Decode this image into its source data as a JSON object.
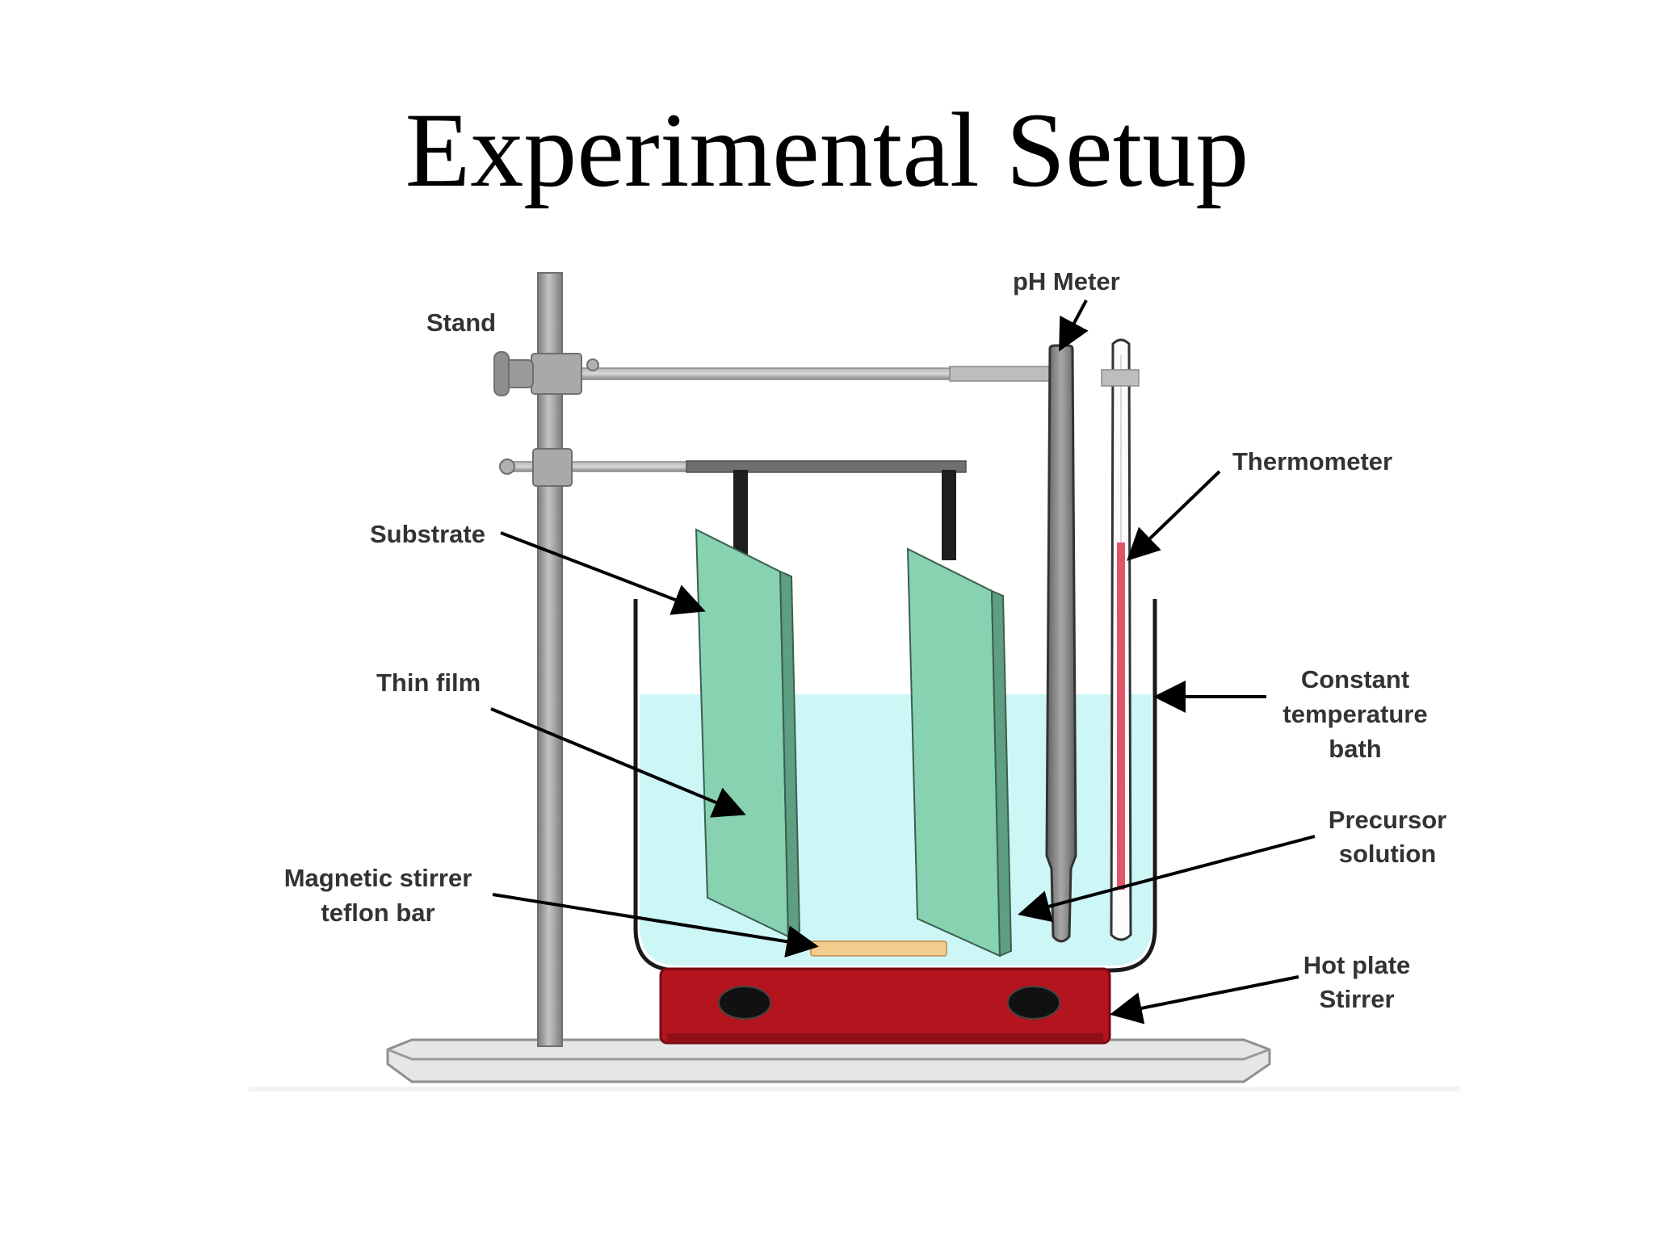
{
  "title": "Experimental Setup",
  "labels": {
    "stand": "Stand",
    "ph_meter": "pH Meter",
    "thermometer": "Thermometer",
    "substrate": "Substrate",
    "thin_film": "Thin film",
    "bath": [
      "Constant",
      "temperature",
      "bath"
    ],
    "precursor": [
      "Precursor",
      "solution"
    ],
    "stirrer_bar": [
      "Magnetic stirrer",
      "teflon bar"
    ],
    "hot_plate": [
      "Hot plate",
      "Stirrer"
    ]
  },
  "colors": {
    "solution": "#cdf6f6",
    "slide": "#86d2b1",
    "hot_plate": "#b3141e",
    "thermometer_liquid": "#e0556a",
    "stirrer_bar": "#f2cc8f",
    "metal": "#9a9a9a"
  }
}
